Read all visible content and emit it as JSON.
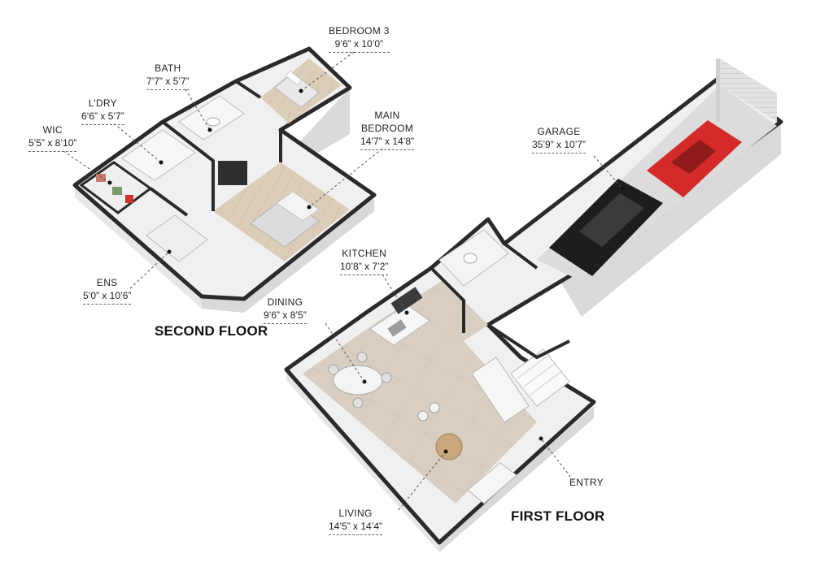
{
  "floors": {
    "second": "SECOND FLOOR",
    "first": "FIRST FLOOR"
  },
  "rooms": {
    "bedroom3": {
      "name": "BEDROOM 3",
      "dim": "9’6” x 10’0”"
    },
    "bath": {
      "name": "BATH",
      "dim": "7’7” x 5’7”"
    },
    "ldry": {
      "name": "L’DRY",
      "dim": "6’6” x 5’7”"
    },
    "wic": {
      "name": "WIC",
      "dim": "5’5” x 8’10”"
    },
    "main_bedroom": {
      "name": "MAIN",
      "name2": "BEDROOM",
      "dim": "14’7” x 14’8”"
    },
    "ens": {
      "name": "ENS",
      "dim": "5’0” x 10’6”"
    },
    "garage": {
      "name": "GARAGE",
      "dim": "35’9” x 10’7”"
    },
    "kitchen": {
      "name": "KITCHEN",
      "dim": "10’8” x 7’2”"
    },
    "dining": {
      "name": "DINING",
      "dim": "9’6” x 8’5”"
    },
    "living": {
      "name": "LIVING",
      "dim": "14’5” x 14’4”"
    },
    "entry": {
      "name": "ENTRY"
    }
  },
  "colors": {
    "wall_top": "#2a2a2a",
    "wall_face": "#f1f1f1",
    "floor_wood": "#d9cbb8",
    "floor_tile": "#d7cfc4",
    "garage_floor": "#dadada",
    "car_red": "#d42a2a",
    "car_black": "#1c1c1c"
  }
}
